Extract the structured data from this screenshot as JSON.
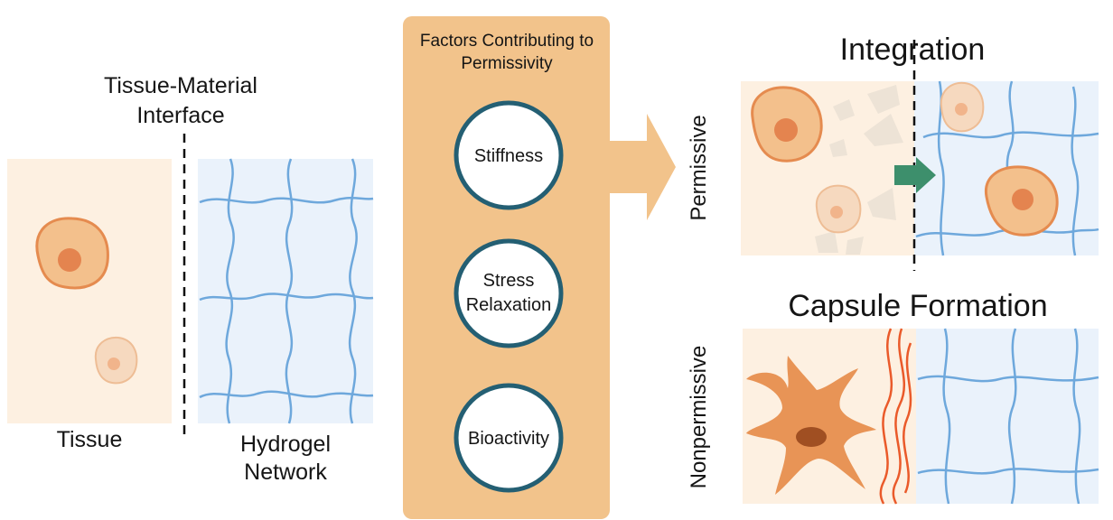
{
  "left": {
    "interface_label_line1": "Tissue-Material",
    "interface_label_line2": "Interface",
    "tissue_label": "Tissue",
    "hydrogel_label_line1": "Hydrogel",
    "hydrogel_label_line2": "Network"
  },
  "factors": {
    "title_line1": "Factors Contributing to",
    "title_line2": "Permissivity",
    "items": [
      {
        "line1": "Stiffness",
        "line2": ""
      },
      {
        "line1": "Stress",
        "line2": "Relaxation"
      },
      {
        "line1": "Bioactivity",
        "line2": ""
      }
    ]
  },
  "outcomes": {
    "integration_title": "Integration",
    "permissive_label": "Permissive",
    "capsule_title": "Capsule Formation",
    "nonpermissive_label": "Nonpermissive"
  },
  "colors": {
    "tissue_bg": "#fdf0e1",
    "hydrogel_bg": "#eaf2fb",
    "mesh_line": "#6ea8dc",
    "cell_orange": "#f3c08c",
    "cell_border": "#e58b4f",
    "nucleus": "#e4844f",
    "pale_cell": "#f6d9bf",
    "factor_panel": "#f2c38b",
    "circle_border": "#245f73",
    "green_arrow": "#3d8f6c",
    "capsule_fiber": "#ea5a2a",
    "fibroblast": "#e89456",
    "fibroblast_nucleus": "#a04f22"
  }
}
